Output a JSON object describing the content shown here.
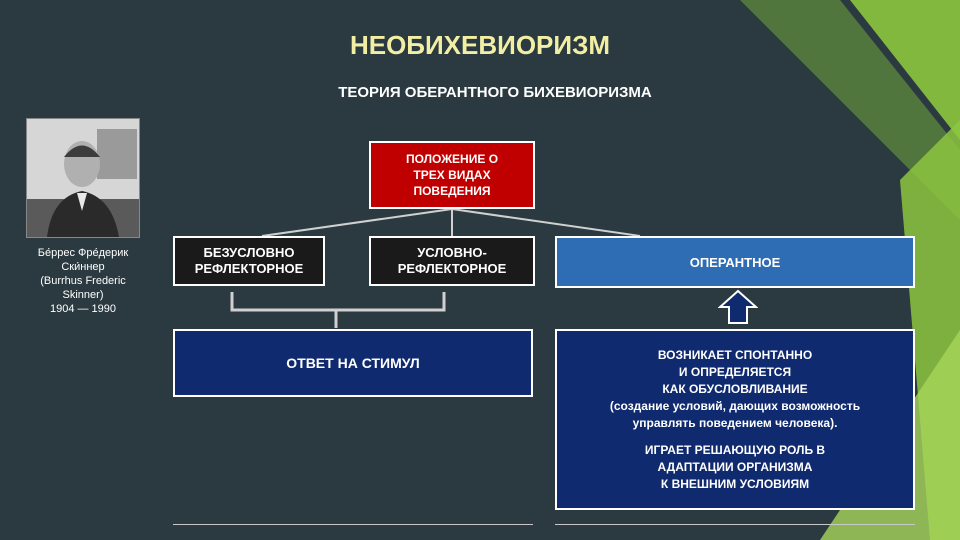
{
  "header": {
    "title": "НЕОБИХЕВИОРИЗМ",
    "subtitle": "ТЕОРИЯ ОБЕРАНТНОГО БИХЕВИОРИЗМА"
  },
  "portrait": {
    "caption_lines": [
      "Бе́ррес Фре́дерик",
      "Ски́ннер",
      "(Burrhus Frederic",
      "Skinner)",
      "1904 — 1990"
    ]
  },
  "diagram": {
    "root_lines": [
      "ПОЛОЖЕНИЕ О",
      "ТРЕХ ВИДАХ",
      "ПОВЕДЕНИЯ"
    ],
    "type1_lines": [
      "БЕЗУСЛОВНО",
      "РЕФЛЕКТОРНОЕ"
    ],
    "type2_lines": [
      "УСЛОВНО-",
      "РЕФЛЕКТОРНОЕ"
    ],
    "type3": "ОПЕРАНТНОЕ",
    "response": "ОТВЕТ НА СТИМУЛ",
    "operant_desc_1": [
      "ВОЗНИКАЕТ СПОНТАННО",
      "И ОПРЕДЕЛЯЕТСЯ",
      "КАК ОБУСЛОВЛИВАНИЕ",
      "(создание условий, дающих возможность",
      "управлять поведением человека)."
    ],
    "operant_desc_2": [
      "ИГРАЕТ РЕШАЮЩУЮ РОЛЬ В",
      "АДАПТАЦИИ ОРГАНИЗМА",
      "К ВНЕШНИМ УСЛОВИЯМ"
    ]
  },
  "colors": {
    "background": "#2b3a40",
    "title": "#f2efa4",
    "root_box": "#c00000",
    "type_box": "#1a1a1a",
    "operant_box": "#2e6db4",
    "navy_box": "#0f2a6e",
    "arrow": "#0f2a6e",
    "accent_green": "#8dc63f"
  },
  "icons": [
    "up-arrow-icon",
    "portrait-photo"
  ]
}
